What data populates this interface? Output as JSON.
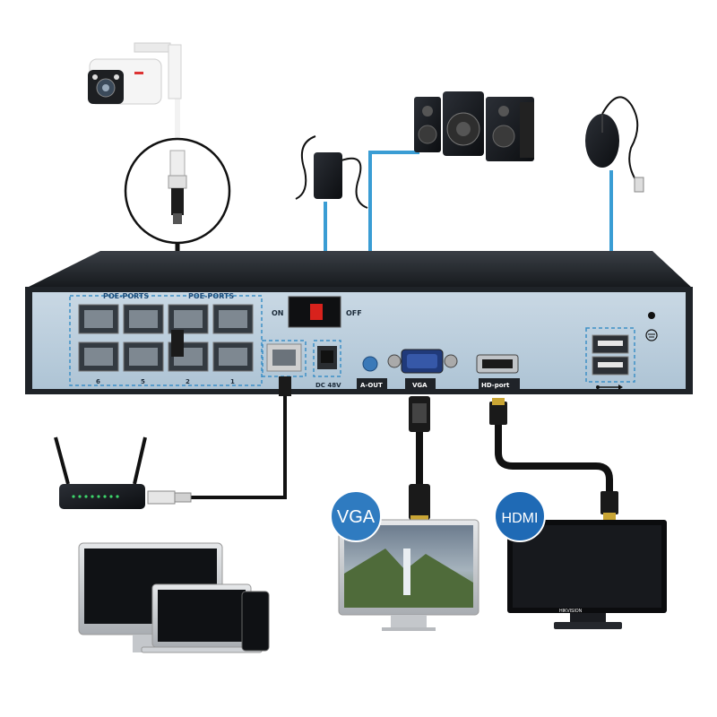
{
  "nvr": {
    "poe_group_left": "POE-PORTS",
    "poe_group_right": "POE-PORTS",
    "port_numbers_top": [
      "6",
      "5",
      "2",
      "1"
    ],
    "switch_on": "ON",
    "switch_off": "OFF",
    "dc_label": "DC 48V",
    "aout_label": "A-OUT",
    "vga_label": "VGA",
    "hd_label": "HD-port"
  },
  "displays": {
    "vga_badge": "VGA",
    "hdmi_badge": "HDMI",
    "monitor_brand": "HIKVISION"
  },
  "colors": {
    "nvr_panel": "#bdd0de",
    "nvr_body": "#1f2328",
    "port_outline": "#3c8fc6",
    "vga_badge": "#2f7bc0",
    "hdmi_badge": "#1f6ab5",
    "blue_cable": "#3a9dd4"
  },
  "icons": [
    "ip-camera-icon",
    "speaker-icon",
    "mouse-icon",
    "power-adapter-icon",
    "router-icon",
    "laptop-icon",
    "tablet-icon",
    "desktop-monitor-icon",
    "usb-icon",
    "ground-icon"
  ]
}
